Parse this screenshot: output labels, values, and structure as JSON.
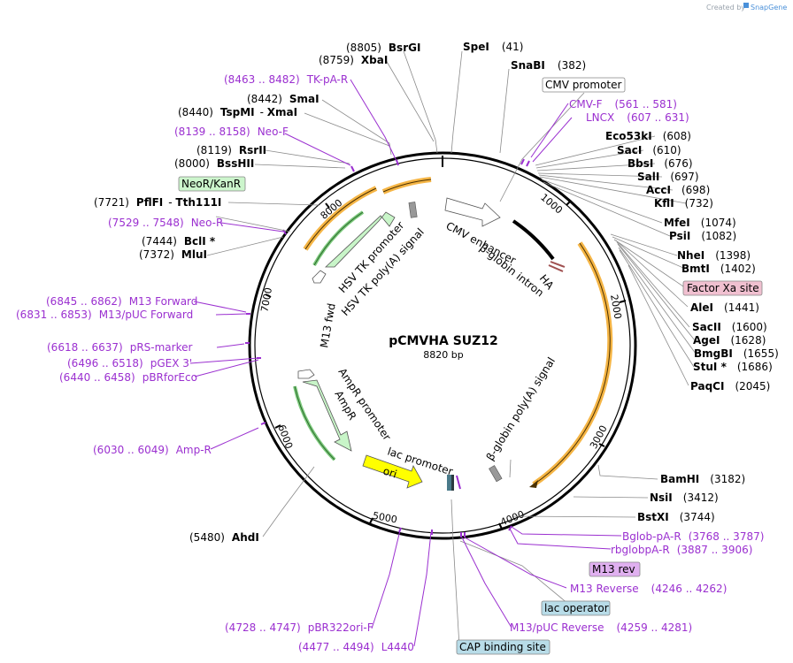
{
  "credit": {
    "prefix": "Created by",
    "brand": "SnapGene"
  },
  "plasmid": {
    "name": "pCMVHA SUZ12",
    "size": "8820 bp"
  },
  "ticks": [
    "1000",
    "2000",
    "3000",
    "4000",
    "5000",
    "6000",
    "7000",
    "8000"
  ],
  "sites": [
    {
      "pos": "(8805)",
      "name": "BsrGI"
    },
    {
      "pos": "(8759)",
      "name": "XbaI"
    },
    {
      "name": "SpeI",
      "pos": "(41)"
    },
    {
      "name": "SnaBI",
      "pos": "(382)"
    },
    {
      "pos": "(8442)",
      "name": "SmaI"
    },
    {
      "pos": "(8440)",
      "name": "TspMI",
      "name2": "XmaI"
    },
    {
      "pos": "(8119)",
      "name": "RsrII"
    },
    {
      "pos": "(8000)",
      "name": "BssHII"
    },
    {
      "pos": "(7721)",
      "name": "PflFI",
      "name2": "Tth111I"
    },
    {
      "pos": "(7444)",
      "name": "BclI *"
    },
    {
      "pos": "(7372)",
      "name": "MluI"
    },
    {
      "name": "Eco53kI",
      "pos": "(608)"
    },
    {
      "name": "SacI",
      "pos": "(610)"
    },
    {
      "name": "BbsI",
      "pos": "(676)"
    },
    {
      "name": "SalI",
      "pos": "(697)"
    },
    {
      "name": "AccI",
      "pos": "(698)"
    },
    {
      "name": "KflI",
      "pos": "(732)"
    },
    {
      "name": "MfeI",
      "pos": "(1074)"
    },
    {
      "name": "PsiI",
      "pos": "(1082)"
    },
    {
      "name": "NheI",
      "pos": "(1398)"
    },
    {
      "name": "BmtI",
      "pos": "(1402)"
    },
    {
      "name": "AleI",
      "pos": "(1441)"
    },
    {
      "name": "SacII",
      "pos": "(1600)"
    },
    {
      "name": "AgeI",
      "pos": "(1628)"
    },
    {
      "name": "BmgBI",
      "pos": "(1655)"
    },
    {
      "name": "StuI *",
      "pos": "(1686)"
    },
    {
      "name": "PaqCI",
      "pos": "(2045)"
    },
    {
      "name": "BamHI",
      "pos": "(3182)"
    },
    {
      "name": "NsiI",
      "pos": "(3412)"
    },
    {
      "name": "BstXI",
      "pos": "(3744)"
    },
    {
      "pos": "(5480)",
      "name": "AhdI"
    }
  ],
  "primers": [
    {
      "range": "(8463 .. 8482)",
      "name": "TK-pA-R"
    },
    {
      "range": "(8139 .. 8158)",
      "name": "Neo-F"
    },
    {
      "range": "(7529 .. 7548)",
      "name": "Neo-R"
    },
    {
      "range": "(6845 .. 6862)",
      "name": "M13 Forward"
    },
    {
      "range": "(6831 .. 6853)",
      "name": "M13/pUC Forward"
    },
    {
      "range": "(6618 .. 6637)",
      "name": "pRS-marker"
    },
    {
      "range": "(6496 .. 6518)",
      "name": "pGEX 3'"
    },
    {
      "range": "(6440 .. 6458)",
      "name": "pBRforEco"
    },
    {
      "range": "(6030 .. 6049)",
      "name": "Amp-R"
    },
    {
      "range": "(4728 .. 4747)",
      "name": "pBR322ori-F"
    },
    {
      "range": "(4477 .. 4494)",
      "name": "L4440"
    },
    {
      "name": "CMV-F",
      "range": "(561 .. 581)"
    },
    {
      "name": "LNCX",
      "range": "(607 .. 631)"
    },
    {
      "name": "Bglob-pA-R",
      "range": "(3768 .. 3787)"
    },
    {
      "name": "rbglobpA-R",
      "range": "(3887 .. 3906)"
    },
    {
      "name": "M13 Reverse",
      "range": "(4246 .. 4262)"
    },
    {
      "name": "M13/pUC Reverse",
      "range": "(4259 .. 4281)"
    }
  ],
  "boxed_labels": {
    "cmv_promoter": "CMV promoter",
    "neor": "NeoR/KanR",
    "factor_xa": "Factor Xa site",
    "m13_rev": "M13 rev",
    "lac_operator": "lac operator",
    "cap_site": "CAP binding site"
  },
  "features": {
    "cmv_enhancer": "CMV enhancer",
    "bglobin_intron": "β-globin intron",
    "ha": "HA",
    "hsv_tk_promoter": "HSV TK promoter",
    "hsv_tk_polya": "HSV TK poly(A) signal",
    "m13_fwd": "M13 fwd",
    "ampr_promoter": "AmpR promoter",
    "ampr": "AmpR",
    "lac_promoter": "lac promoter",
    "ori": "ori",
    "bglobin_polya": "β-globin poly(A) signal"
  },
  "colors": {
    "backbone": "#000000",
    "orange_feature": "#f5b545",
    "green_feature": "#c8f5c8",
    "ori_yellow": "#ffff00",
    "primer": "#9b30d0",
    "neor_box": "#ccf5cc",
    "factor_box": "#f0c0d0",
    "m13rev_box": "#e0b0f0",
    "lac_box": "#b8dce8"
  }
}
